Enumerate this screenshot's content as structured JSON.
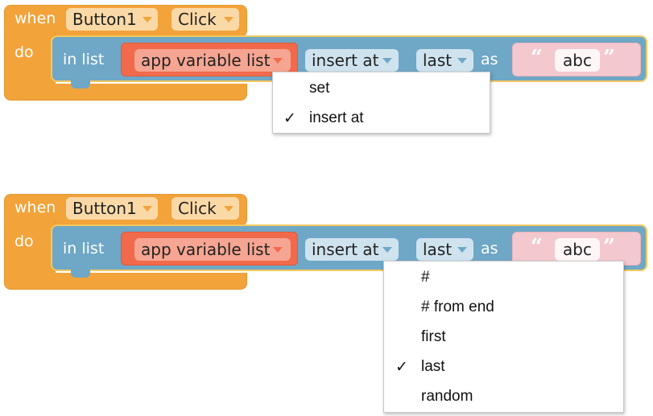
{
  "blocks": [
    {
      "event": {
        "when": "when",
        "component": "Button1",
        "event_name": "Click",
        "do": "do"
      },
      "list_block": {
        "in_list": "in list",
        "variable": "app variable list",
        "mode": "insert at",
        "position": "last",
        "as": "as",
        "value": "abc"
      },
      "menu": {
        "items": [
          {
            "label": "set",
            "checked": false
          },
          {
            "label": "insert at",
            "checked": true
          }
        ]
      }
    },
    {
      "event": {
        "when": "when",
        "component": "Button1",
        "event_name": "Click",
        "do": "do"
      },
      "list_block": {
        "in_list": "in list",
        "variable": "app variable list",
        "mode": "insert at",
        "position": "last",
        "as": "as",
        "value": "abc"
      },
      "menu": {
        "items": [
          {
            "label": "#",
            "checked": false
          },
          {
            "label": "# from end",
            "checked": false
          },
          {
            "label": "first",
            "checked": false
          },
          {
            "label": "last",
            "checked": true
          },
          {
            "label": "random",
            "checked": false
          }
        ]
      }
    }
  ],
  "checkmark": "✓",
  "open_quote": "“",
  "close_quote": "”",
  "colors": {
    "event": "#f2a33a",
    "list": "#6fa7c6",
    "variable": "#f06a4b",
    "text": "#f4c8cf",
    "highlight": "#f3c95e"
  }
}
